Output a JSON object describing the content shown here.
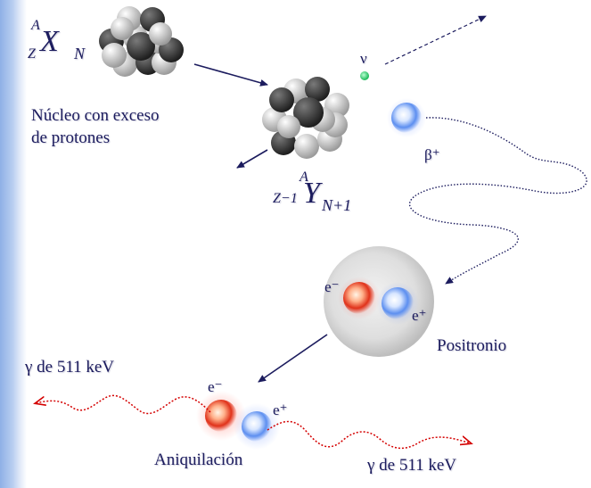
{
  "parent": {
    "A": "A",
    "Z": "Z",
    "symbol": "X",
    "N": "N"
  },
  "daughter": {
    "A": "A",
    "Z": "Z−1",
    "symbol": "Y",
    "N": "N+1"
  },
  "labels": {
    "nucleus_caption_1": "Núcleo con exceso",
    "nucleus_caption_2": "de protones",
    "neutrino": "ν",
    "beta_plus": "β⁺",
    "electron": "e⁻",
    "positron": "e⁺",
    "positronium": "Positronio",
    "electron_2": "e⁻",
    "positron_2": "e⁺",
    "annihilation": "Aniquilación",
    "gamma_left": "γ de 511 keV",
    "gamma_right": "γ de 511 keV"
  },
  "colors": {
    "text": "#1c1c5e",
    "arrow": "#1c1c5e",
    "gamma_wave": "#d40000",
    "neutrino": "#22cc66",
    "positron": "#3f7de8",
    "electron": "#e23a1f"
  }
}
